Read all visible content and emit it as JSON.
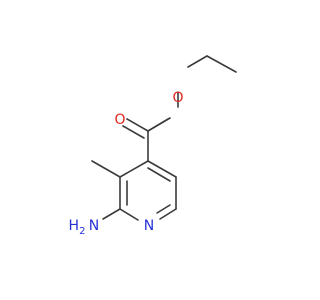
{
  "molecule": {
    "atoms": {
      "O_ester": "O",
      "O_carbonyl": "O",
      "N_ring": "N",
      "N_amine": "N",
      "H2_amine": "H"
    },
    "colors": {
      "bond": "#3b3b3b",
      "oxygen": "#e0271f",
      "nitrogen": "#2630d6"
    }
  }
}
